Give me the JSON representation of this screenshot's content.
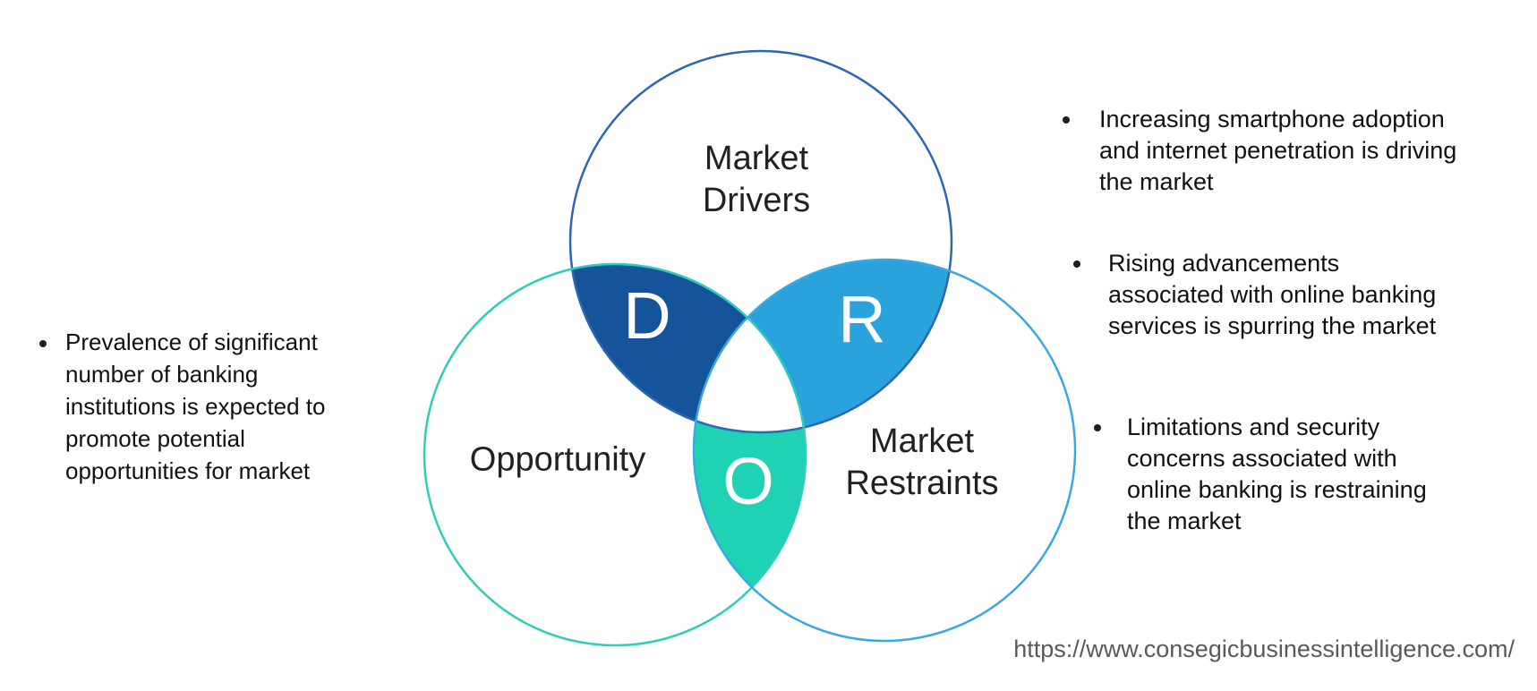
{
  "diagram": {
    "circles": {
      "drivers": {
        "label_lines": [
          "Market",
          "Drivers"
        ],
        "stroke": "#2d66b3"
      },
      "opportunity": {
        "label_lines": [
          "Opportunity"
        ],
        "stroke": "#2fcdb9"
      },
      "restraints": {
        "label_lines": [
          "Market",
          "Restraints"
        ],
        "stroke": "#3aa8e0"
      }
    },
    "lenses": {
      "drivers_opportunity": {
        "letter": "D",
        "fill": "#15549b"
      },
      "drivers_restraints": {
        "letter": "R",
        "fill": "#2aa3dc"
      },
      "opportunity_restraints": {
        "letter": "O",
        "fill": "#1fd2b4"
      }
    }
  },
  "notes": {
    "left": [
      {
        "lines": [
          "Prevalence of significant",
          "number of banking",
          "institutions is expected to",
          "promote potential",
          "opportunities for market"
        ]
      }
    ],
    "right": [
      {
        "lines": [
          "Increasing smartphone adoption",
          "and internet penetration is driving",
          "the market"
        ]
      },
      {
        "lines": [
          "Rising advancements",
          "associated with online banking",
          "services is spurring the market"
        ]
      },
      {
        "lines": [
          "Limitations and security",
          "concerns associated with",
          "online banking is restraining",
          "the market"
        ]
      }
    ]
  },
  "footer": {
    "url": "https://www.consegicbusinessintelligence.com/"
  }
}
